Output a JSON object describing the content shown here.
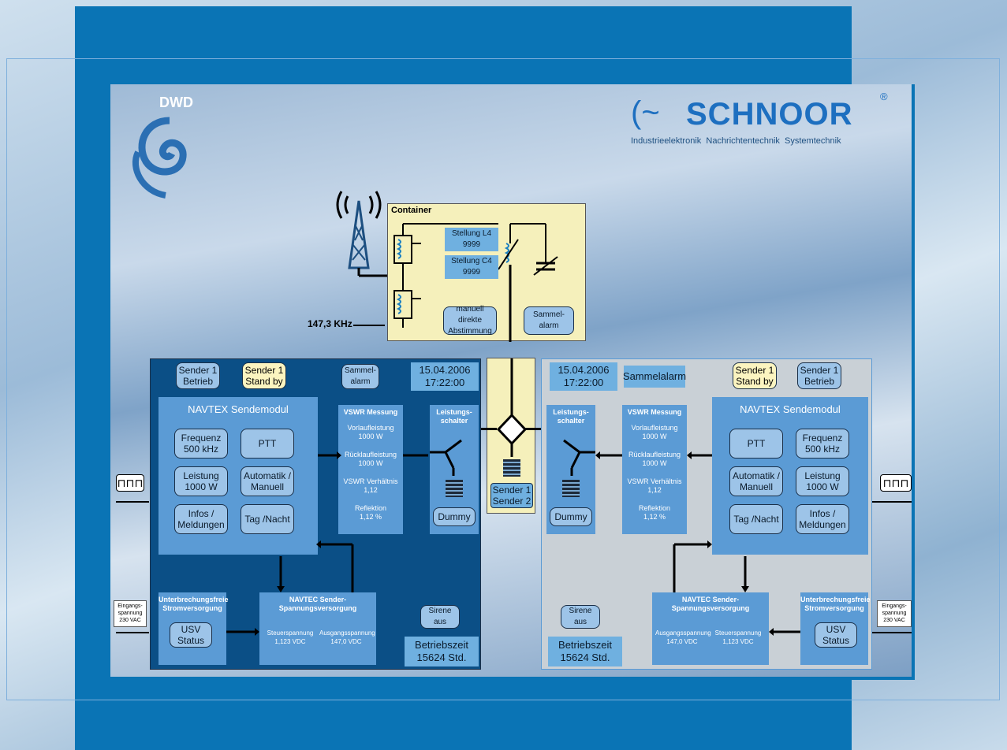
{
  "logos": {
    "dwd": "DWD",
    "schnoor": "SCHNOOR",
    "schnoor_mark": "®",
    "schnoor_tagline": "Industrieelektronik  Nachrichtentechnik  Systemtechnik"
  },
  "container": {
    "title": "Container",
    "stellung_l4": "Stellung L4\n9999",
    "stellung_c4": "Stellung C4\n9999",
    "manuell": "manuell direkte\nAbstimmung",
    "sammelalarm": "Sammel-\nalarm",
    "frequency": "147,3 KHz"
  },
  "switch": {
    "label": "Sender 1\nSender 2"
  },
  "left": {
    "sender1_betrieb": "Sender 1\nBetrieb",
    "sender1_standby": "Sender 1\nStand by",
    "sammelalarm": "Sammel-\nalarm",
    "datetime": "15.04.2006\n17:22:00",
    "module_title": "NAVTEX Sendemodul",
    "frequenz": "Frequenz\n500 kHz",
    "ptt": "PTT",
    "leistung": "Leistung\n1000 W",
    "automatik": "Automatik /\nManuell",
    "infos": "Infos /\nMeldungen",
    "tagnacht": "Tag /Nacht",
    "vswr_title": "VSWR Messung",
    "vorlauf": "Vorlaufleistung\n1000 W",
    "ruecklauf": "Rücklaufleistung\n1000 W",
    "vswr_ratio": "VSWR Verhältnis\n1,12",
    "reflektion": "Reflektion\n1,12 %",
    "leistungsschalter": "Leistungs-\nschalter",
    "dummy": "Dummy",
    "usv_title": "Unterbrechungsfreie\nStromversorgung",
    "usv_status": "USV\nStatus",
    "eingang": "Eingangs-\nspannung\n230 VAC",
    "navtec_title": "NAVTEC Sender-\nSpannungsversorgung",
    "steuer": "Steuerspannung\n1,123 VDC",
    "ausgang": "Ausgangsspannung\n147,0 VDC",
    "sirene": "Sirene\naus",
    "betriebszeit": "Betriebszeit\n15624 Std."
  },
  "right": {
    "datetime": "15.04.2006\n17:22:00",
    "sammelalarm": "Sammelalarm",
    "sender1_standby": "Sender 1\nStand by",
    "sender1_betrieb": "Sender 1\nBetrieb",
    "module_title": "NAVTEX Sendemodul",
    "ptt": "PTT",
    "frequenz": "Frequenz\n500 kHz",
    "automatik": "Automatik /\nManuell",
    "leistung": "Leistung\n1000 W",
    "tagnacht": "Tag /Nacht",
    "infos": "Infos /\nMeldungen",
    "vswr_title": "VSWR Messung",
    "vorlauf": "Vorlaufleistung\n1000 W",
    "ruecklauf": "Rücklaufleistung\n1000 W",
    "vswr_ratio": "VSWR Verhältnis\n1,12",
    "reflektion": "Reflektion\n1,12 %",
    "leistungsschalter": "Leistungs-\nschalter",
    "dummy": "Dummy",
    "usv_title": "Unterbrechungsfreie\nStromversorgung",
    "usv_status": "USV\nStatus",
    "eingang": "Eingangs-\nspannung\n230 VAC",
    "navtec_title": "NAVTEC Sender-\nSpannungsversorgung",
    "ausgang": "Ausgangsspannung\n147,0 VDC",
    "steuer": "Steuerspannung\n1,123 VDC",
    "sirene": "Sirene\naus",
    "betriebszeit": "Betriebszeit\n15624 Std."
  },
  "colors": {
    "frame_blue": "#0a74b5",
    "left_panel": "#0b4f86",
    "right_panel": "#c9d0d6",
    "module_blue": "#5b9bd5",
    "container_yellow": "#f5f0bb"
  }
}
